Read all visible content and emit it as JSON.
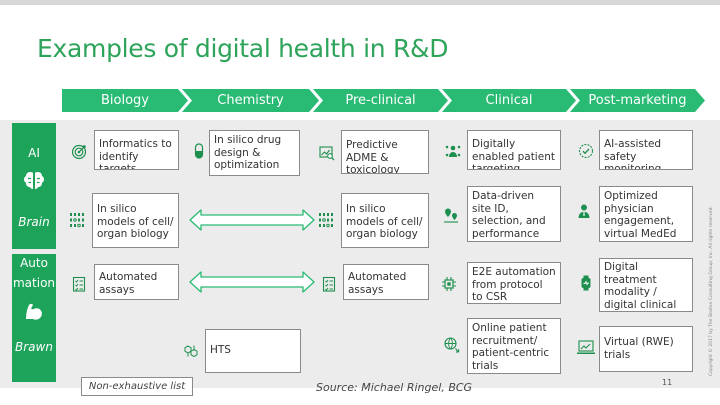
{
  "title": "Examples of digital health in R&D",
  "stages": [
    "Biology",
    "Chemistry",
    "Pre-clinical",
    "Clinical",
    "Post-marketing"
  ],
  "rows": {
    "ai_label": "AI",
    "brain_label": "Brain",
    "auto_label_1": "Auto",
    "auto_label_2": "mation",
    "brawn_label": "Brawn"
  },
  "boxes": {
    "bio_ai": "Informatics to identify targets",
    "chem_ai": "In silico drug design & optimization",
    "pre_ai": "Predictive ADME & toxicology",
    "clin_ai": "Digitally enabled patient targeting",
    "post_ai": "AI-assisted safety monitoring",
    "bio_brain": "In silico models of cell/ organ biology",
    "pre_brain": "In silico models of cell/ organ biology",
    "clin_brain": "Data-driven site ID, selection, and performance tracking",
    "post_brain": "Optimized physician engagement, virtual MedEd",
    "bio_auto": "Automated assays",
    "pre_auto": "Automated assays",
    "clin_auto": "E2E automation from protocol to CSR",
    "post_auto": "Digital treatment modality / digital clinical endpoints",
    "chem_hts": "HTS",
    "clin_brawn": "Online patient recruitment/ patient-centric trials",
    "post_brawn": "Virtual (RWE) trials"
  },
  "footer": {
    "nonexhaustive": "Non-exhaustive list",
    "source": "Source: Michael Ringel, BCG",
    "page": "11",
    "copyright": "Copyright © 2017 by The Boston Consulting Group, Inc. All rights reserved."
  },
  "colors": {
    "accent": "#29ba74",
    "sidebar": "#1ea35a",
    "title": "#2ea35a",
    "icon": "#1e8f4e"
  }
}
